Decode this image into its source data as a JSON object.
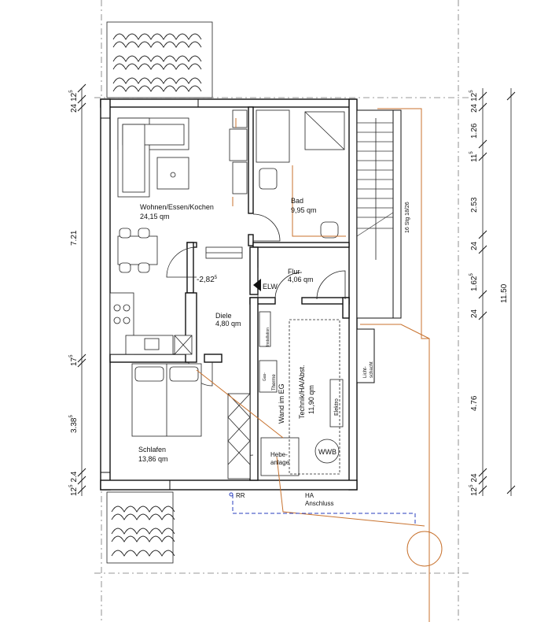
{
  "rooms": {
    "wohnen": {
      "name": "Wohnen/Essen/Kochen",
      "area": "24,15 qm"
    },
    "bad": {
      "name": "Bad",
      "area": "9,95 qm"
    },
    "flur": {
      "name": "Flur",
      "area": "4,06 qm"
    },
    "diele": {
      "name": "Diele",
      "area": "4,80 qm"
    },
    "technik": {
      "name": "Technik/HA/Abst.",
      "area": "11,90 qm"
    },
    "schlafen": {
      "name": "Schlafen",
      "area": "13,86 qm"
    }
  },
  "labels": {
    "level": "-2,82",
    "level_sup": "5",
    "elw": "ELW",
    "stairs": "16 Stg 18/26",
    "licht": "Licht-",
    "licht2": "schacht",
    "hebe1": "Hebe-",
    "hebe2": "anlage",
    "elektro": "Elektro",
    "wwb": "WWB",
    "ha": "HA",
    "anschluss": "Anschluss",
    "rr": "RR",
    "wand": "Wand im EG",
    "therme": "Therme",
    "install": "Installation",
    "gas": "Gas-"
  },
  "dims_left": [
    {
      "main": "24",
      "sup": ""
    },
    {
      "main": "12",
      "sup": "5"
    },
    {
      "main": "7.21",
      "sup": ""
    },
    {
      "main": "17",
      "sup": "5"
    },
    {
      "main": "3.38",
      "sup": "5"
    },
    {
      "main": "2.4",
      "sup": ""
    },
    {
      "main": "12",
      "sup": "5"
    }
  ],
  "dims_right": [
    {
      "main": "24",
      "sup": ""
    },
    {
      "main": "12",
      "sup": "5"
    },
    {
      "main": "1.26",
      "sup": ""
    },
    {
      "main": "11",
      "sup": "5"
    },
    {
      "main": "2.53",
      "sup": ""
    },
    {
      "main": "24",
      "sup": ""
    },
    {
      "main": "1.62",
      "sup": "5"
    },
    {
      "main": "24",
      "sup": ""
    },
    {
      "main": "4.76",
      "sup": ""
    },
    {
      "main": "24",
      "sup": ""
    },
    {
      "main": "12",
      "sup": "5"
    }
  ],
  "dim_total": "11.50"
}
